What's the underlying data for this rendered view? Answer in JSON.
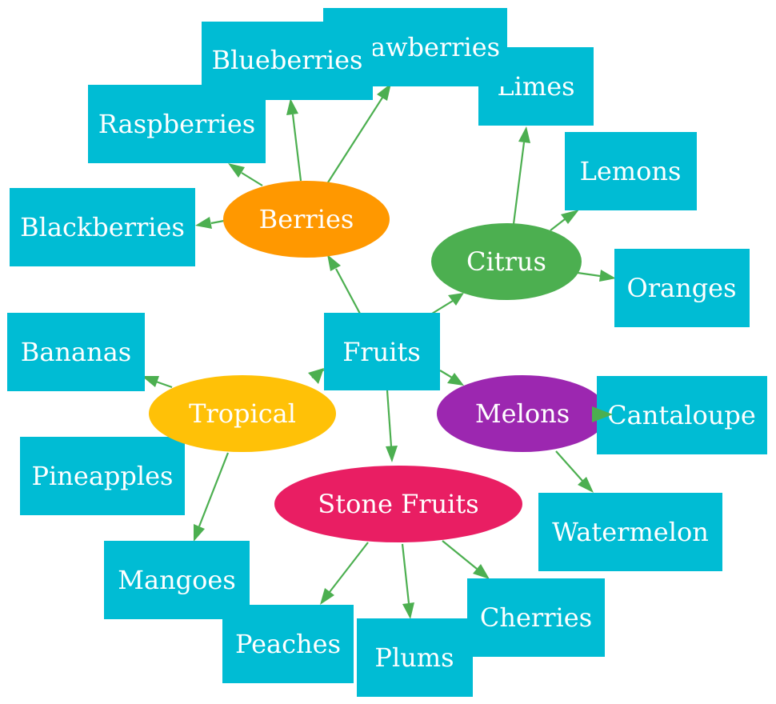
{
  "colors": {
    "edge": "#4CAF50",
    "leaf": "#00BCD4",
    "root": "#00BCD4",
    "berries": "#FF9800",
    "citrus": "#4CAF50",
    "tropical": "#FFC107",
    "melons": "#9C27B0",
    "stone": "#E91E63",
    "text": "#FFFFFF"
  },
  "root": {
    "label": "Fruits"
  },
  "categories": {
    "berries": "Berries",
    "citrus": "Citrus",
    "tropical": "Tropical",
    "melons": "Melons",
    "stone": "Stone Fruits"
  },
  "leaves": {
    "raspberries": "Raspberries",
    "blueberries": "Blueberries",
    "strawberries": "Strawberries",
    "blackberries": "Blackberries",
    "limes": "Limes",
    "lemons": "Lemons",
    "oranges": "Oranges",
    "bananas": "Bananas",
    "pineapples": "Pineapples",
    "mangoes": "Mangoes",
    "cantaloupe": "Cantaloupe",
    "watermelon": "Watermelon",
    "peaches": "Peaches",
    "plums": "Plums",
    "cherries": "Cherries"
  }
}
